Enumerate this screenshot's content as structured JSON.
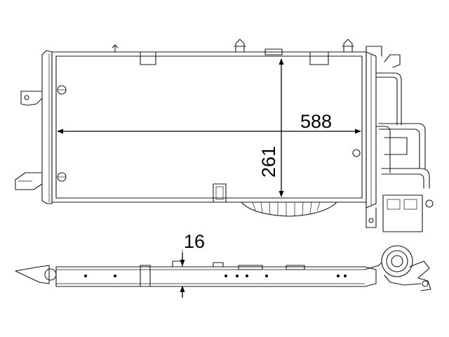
{
  "dimensions": {
    "width": "588",
    "height": "261",
    "thickness": "16"
  }
}
